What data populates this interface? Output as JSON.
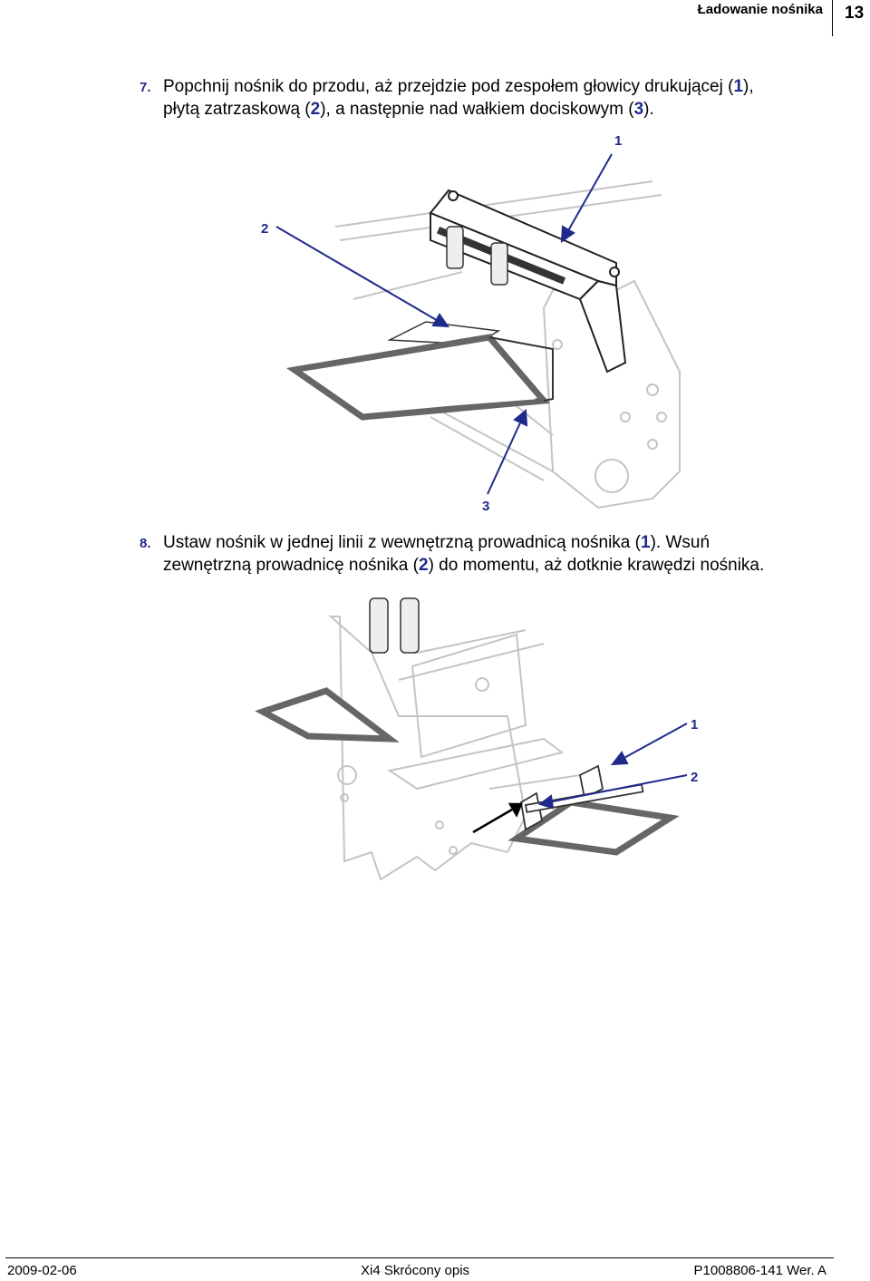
{
  "header": {
    "section_title": "Ładowanie nośnika",
    "page_number": "13"
  },
  "step7": {
    "number": "7.",
    "line1_pre": "Popchnij nośnik do przodu, aż przejdzie pod zespołem głowicy drukującej (",
    "ref1": "1",
    "line1_post": "),",
    "line2_pre": "płytą zatrzaskową (",
    "ref2": "2",
    "line2_mid": "), a następnie nad wałkiem dociskowym (",
    "ref3": "3",
    "line2_post": ").",
    "callouts": [
      "1",
      "2",
      "3"
    ]
  },
  "step8": {
    "number": "8.",
    "line1_pre": "Ustaw nośnik w jednej linii z wewnętrzną prowadnicą nośnika (",
    "ref1": "1",
    "line1_post": "). Wsuń",
    "line2_pre": "zewnętrzną prowadnicę nośnika (",
    "ref2": "2",
    "line2_post": ") do momentu, aż dotknie krawędzi nośnika.",
    "callouts": [
      "1",
      "2"
    ]
  },
  "footer": {
    "date": "2009-02-06",
    "doc_title": "Xi4 Skrócony opis",
    "doc_id": "P1008806-141 Wer. A"
  },
  "colors": {
    "callout": "#1f2a8a",
    "line_art": "#c8c8c8"
  }
}
